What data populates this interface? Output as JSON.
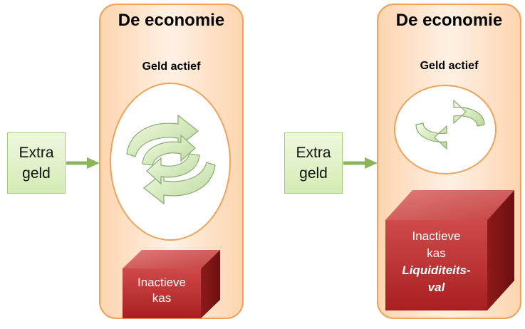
{
  "panels": [
    {
      "title": "De economie",
      "active_label": "Geld actief",
      "inactive_lines": [
        "Inactieve",
        "kas"
      ],
      "inactive_emphasis": ""
    },
    {
      "title": "De economie",
      "active_label": "Geld actief",
      "inactive_lines": [
        "Inactieve",
        "kas"
      ],
      "inactive_emphasis": "Liquiditeits-\nval"
    }
  ],
  "extra_money": {
    "label": "Extra\ngeld"
  },
  "icons": {
    "flow": "circular-arrows-icon",
    "input": "right-arrow-icon"
  },
  "colors": {
    "panel_fill": "#fdd5b0",
    "panel_border": "#f0a25a",
    "box_fill": "#d5ecb5",
    "arrow_green": "#8ab55a",
    "cube_red": "#b52a2a"
  }
}
